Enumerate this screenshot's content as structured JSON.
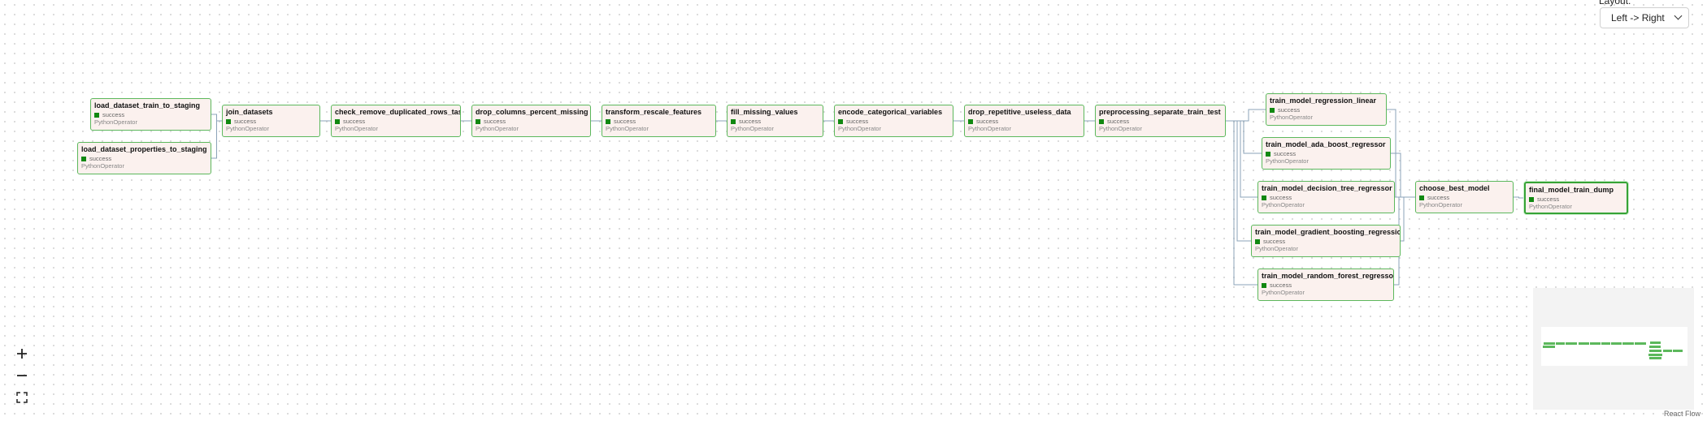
{
  "layout": {
    "label": "Layout:",
    "value": "Left -> Right"
  },
  "nodes": [
    {
      "id": "n1",
      "name": "load_dataset_train_to_staging",
      "status": "success",
      "operator": "PythonOperator"
    },
    {
      "id": "n2",
      "name": "load_dataset_properties_to_staging",
      "status": "success",
      "operator": "PythonOperator"
    },
    {
      "id": "n3",
      "name": "join_datasets",
      "status": "success",
      "operator": "PythonOperator"
    },
    {
      "id": "n4",
      "name": "check_remove_duplicated_rows_task",
      "status": "success",
      "operator": "PythonOperator"
    },
    {
      "id": "n5",
      "name": "drop_columns_percent_missing",
      "status": "success",
      "operator": "PythonOperator"
    },
    {
      "id": "n6",
      "name": "transform_rescale_features",
      "status": "success",
      "operator": "PythonOperator"
    },
    {
      "id": "n7",
      "name": "fill_missing_values",
      "status": "success",
      "operator": "PythonOperator"
    },
    {
      "id": "n8",
      "name": "encode_categorical_variables",
      "status": "success",
      "operator": "PythonOperator"
    },
    {
      "id": "n9",
      "name": "drop_repetitive_useless_data",
      "status": "success",
      "operator": "PythonOperator"
    },
    {
      "id": "n10",
      "name": "preprocessing_separate_train_test",
      "status": "success",
      "operator": "PythonOperator"
    },
    {
      "id": "n11",
      "name": "train_model_regression_linear",
      "status": "success",
      "operator": "PythonOperator"
    },
    {
      "id": "n12",
      "name": "train_model_ada_boost_regressor",
      "status": "success",
      "operator": "PythonOperator"
    },
    {
      "id": "n13",
      "name": "train_model_decision_tree_regressor",
      "status": "success",
      "operator": "PythonOperator"
    },
    {
      "id": "n14",
      "name": "train_model_gradient_boosting_regression",
      "status": "success",
      "operator": "PythonOperator"
    },
    {
      "id": "n15",
      "name": "train_model_random_forest_regressor",
      "status": "success",
      "operator": "PythonOperator"
    },
    {
      "id": "n16",
      "name": "choose_best_model",
      "status": "success",
      "operator": "PythonOperator"
    },
    {
      "id": "n17",
      "name": "final_model_train_dump",
      "status": "success",
      "operator": "PythonOperator"
    }
  ],
  "edges": [
    [
      "n1",
      "n3"
    ],
    [
      "n2",
      "n3"
    ],
    [
      "n3",
      "n4"
    ],
    [
      "n4",
      "n5"
    ],
    [
      "n5",
      "n6"
    ],
    [
      "n6",
      "n7"
    ],
    [
      "n7",
      "n8"
    ],
    [
      "n8",
      "n9"
    ],
    [
      "n9",
      "n10"
    ],
    [
      "n10",
      "n11"
    ],
    [
      "n10",
      "n12"
    ],
    [
      "n10",
      "n13"
    ],
    [
      "n10",
      "n14"
    ],
    [
      "n10",
      "n15"
    ],
    [
      "n11",
      "n16"
    ],
    [
      "n12",
      "n16"
    ],
    [
      "n13",
      "n16"
    ],
    [
      "n14",
      "n16"
    ],
    [
      "n15",
      "n16"
    ],
    [
      "n16",
      "n17"
    ]
  ],
  "selected_node": "n17",
  "controls": {
    "zoom_in": "+",
    "zoom_out": "−"
  },
  "attribution": "React Flow",
  "colors": {
    "node_border": "#5cb85c",
    "node_bg": "#fbf1ee",
    "status_success": "#118811",
    "edge": "#8ba3b8"
  }
}
